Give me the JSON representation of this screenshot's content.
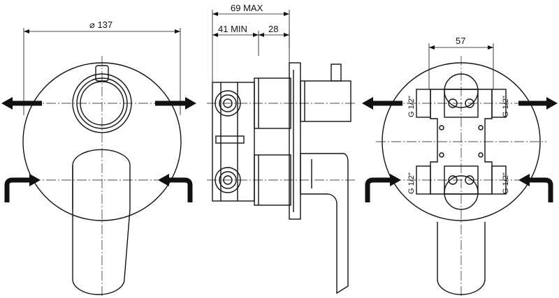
{
  "dimensions": {
    "front_diameter": "⌀ 137",
    "overall_depth": "69 MAX",
    "min_depth": "41 MIN",
    "handle_offset": "28",
    "body_width": "57"
  },
  "connections": {
    "top_left": "G 1/2\"",
    "top_right": "G 1/2\"",
    "bottom_left": "G 1/2\"",
    "bottom_right": "G 1/2\""
  },
  "icons": [
    "outlet-arrow-icon",
    "inlet-arrow-icon"
  ]
}
